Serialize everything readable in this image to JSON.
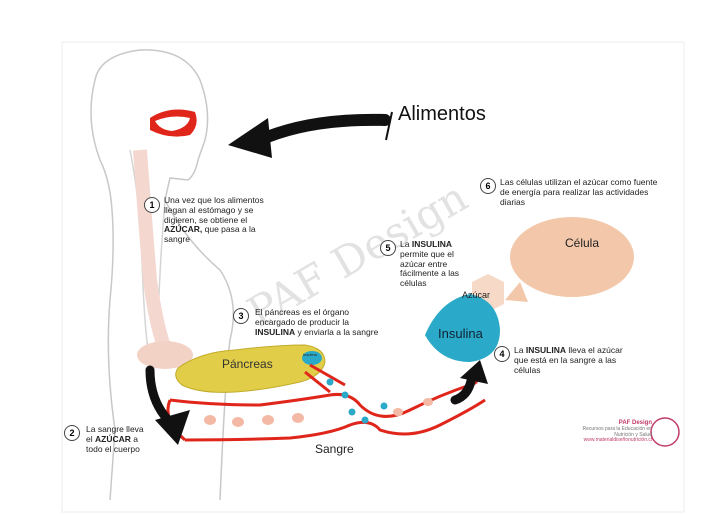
{
  "title": "Alimentos",
  "labels": {
    "celula": "Célula",
    "azucar": "Azúcar",
    "insulina": "Insulina",
    "pancreas": "Páncreas",
    "sangre": "Sangre",
    "insulina_small": "Insulina"
  },
  "steps": [
    {
      "number": "1",
      "pre": "Una vez que los alimentos llegan al estómago y se digieren, se obtiene el ",
      "bold": "AZÚCAR,",
      "post": " que pasa a la sangre"
    },
    {
      "number": "2",
      "pre": "La sangre lleva el ",
      "bold": "AZÚCAR",
      "post": " a todo el cuerpo"
    },
    {
      "number": "3",
      "pre": "El páncreas es el órgano encargado de producir la ",
      "bold": "INSULINA",
      "post": " y enviarla a la sangre"
    },
    {
      "number": "4",
      "pre": "La ",
      "bold": "INSULINA",
      "post": " lleva el azúcar que está en la sangre a las células"
    },
    {
      "number": "5",
      "pre": "La ",
      "bold": "INSULINA",
      "post": " permite que el azúcar entre fácilmente a las células"
    },
    {
      "number": "6",
      "pre": "Las células utilizan el azúcar como fuente de energía para realizar las actividades diarias",
      "bold": "",
      "post": ""
    }
  ],
  "watermark": "PAF Design",
  "credit": {
    "brand": "PAF Design",
    "line1": "Recursos para la Educación en",
    "line2": "Nutrición y Salud",
    "url": "www.materialdiseñonutrición.cl"
  },
  "colors": {
    "blood": "#e0251b",
    "sugar": "#f2c7ae",
    "insulin": "#2aa9c8",
    "pancreas": "#e2cd48",
    "cell": "#f3c8aa",
    "arrow": "#111111"
  }
}
